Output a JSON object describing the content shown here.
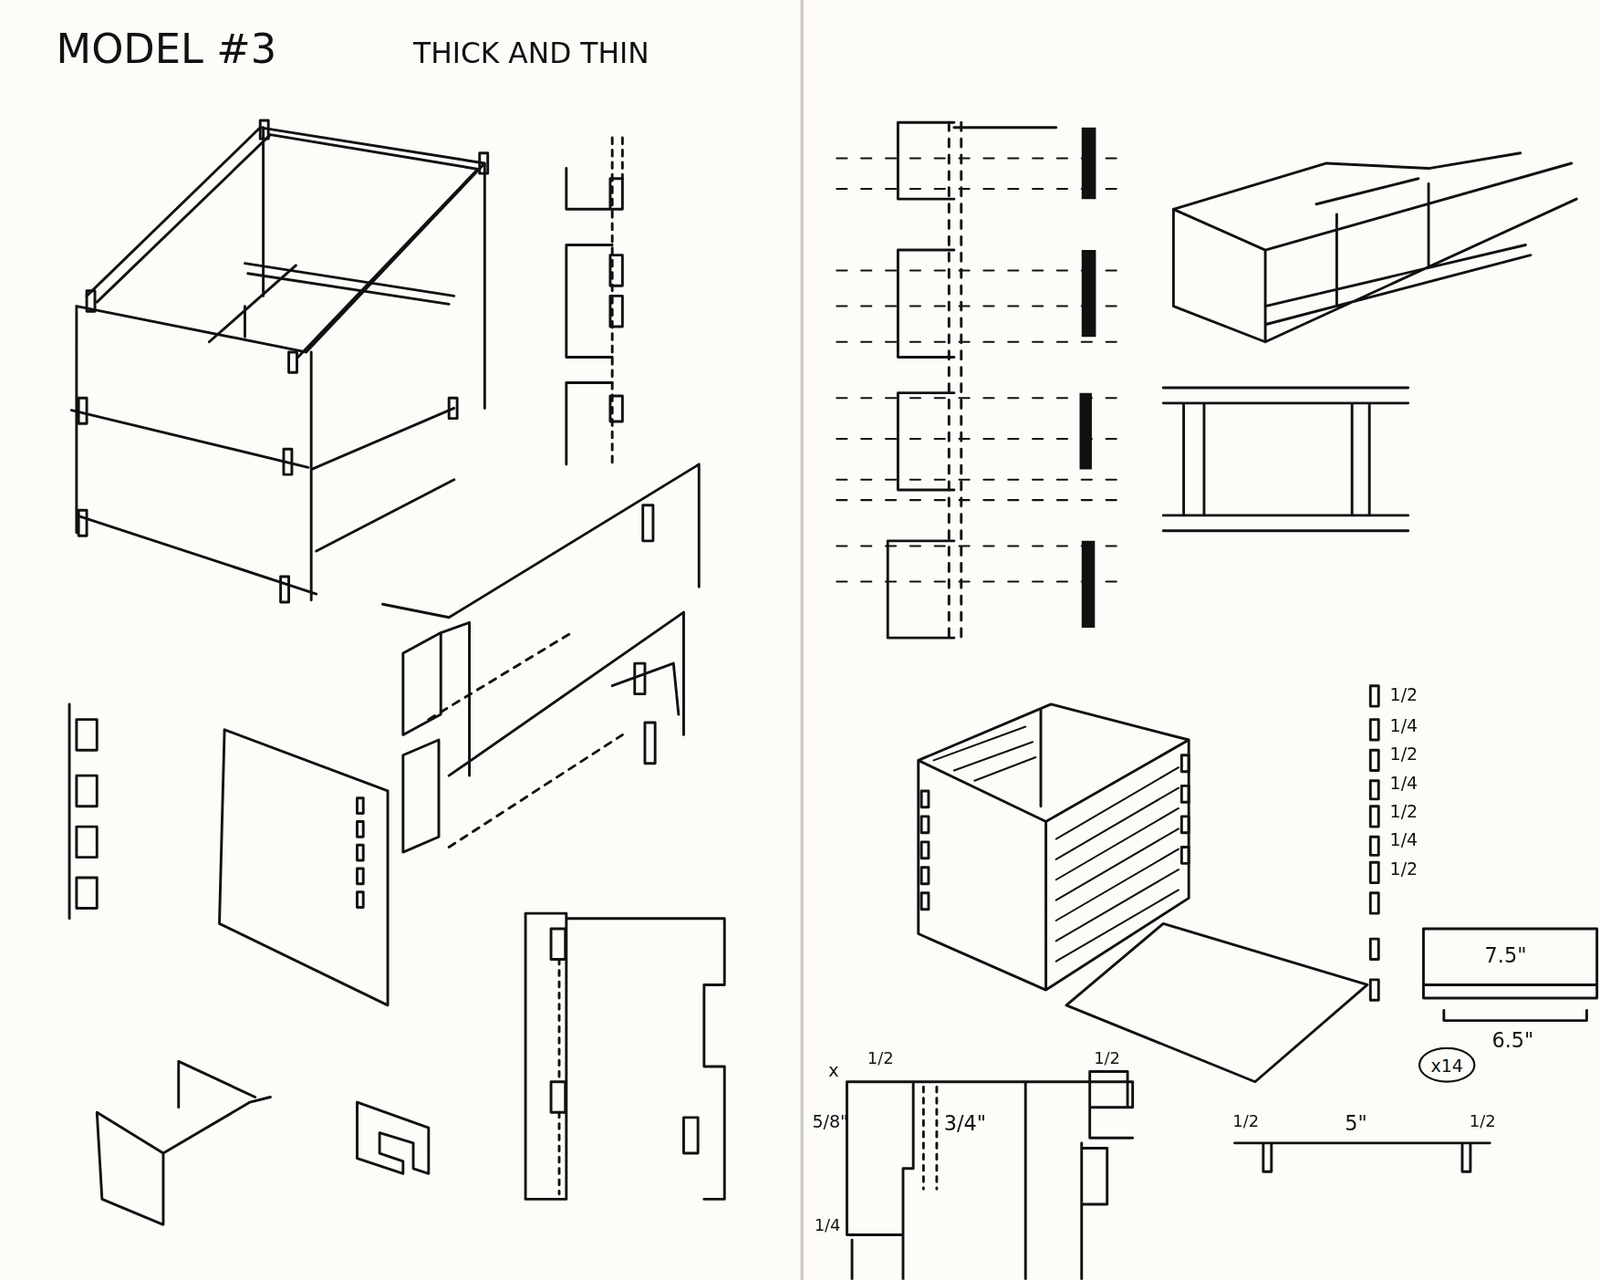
{
  "diagram": {
    "title": "MODEL #3",
    "nodes": [
      {
        "text": [
          "x14"
        ]
      }
    ],
    "labels": [
      "THICK AND THIN",
      "1/2",
      "1/4",
      "1/2",
      "1/4",
      "1/2",
      "1/4",
      "1/2",
      "7.5\"",
      "6.5\"",
      "1/2",
      "5\"",
      "1/2",
      "x",
      "1/2",
      "5/8\"",
      "3/4\"",
      "1/2",
      "1/4"
    ]
  }
}
